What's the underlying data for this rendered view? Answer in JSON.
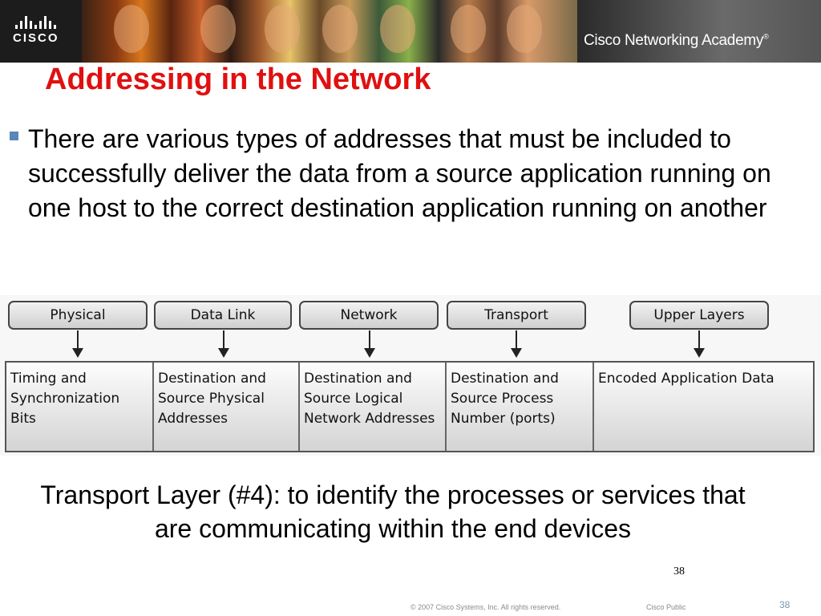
{
  "banner": {
    "brand": "CISCO",
    "academy_text": "Cisco Networking Academy",
    "colors": {
      "banner_bg": "#1c1c1c",
      "logo": "#ffffff"
    }
  },
  "slide": {
    "title": "Addressing in the Network",
    "bullet": "There are various types of addresses that must be included to successfully deliver the data from a source application running on one host to the correct destination application running on another",
    "caption": "Transport Layer (#4): to identify the processes or services that are communicating within the end devices",
    "page_number": "38",
    "colors": {
      "title": "#e01010",
      "bullet_marker": "#5a86b8"
    }
  },
  "diagram": {
    "layers": [
      "Physical",
      "Data Link",
      "Network",
      "Transport",
      "Upper Layers"
    ],
    "fields": [
      "Timing and Synchronization Bits",
      "Destination and Source Physical Addresses",
      "Destination and Source Logical Network Addresses",
      "Destination and Source Process Number (ports)",
      "Encoded Application Data"
    ]
  },
  "footer": {
    "copyright": "© 2007 Cisco Systems, Inc. All rights reserved.",
    "classification": "Cisco Public",
    "page": "38"
  }
}
